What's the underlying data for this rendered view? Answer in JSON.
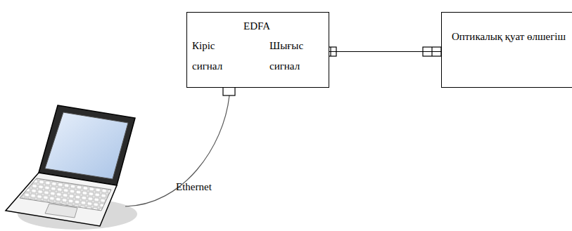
{
  "diagram": {
    "nodes": [
      {
        "text": [
          "EDFA",
          "Кіріс сигнал",
          "Шығыс сигнал"
        ]
      },
      {
        "text": [
          "Оптикалық қуат өлшегіш"
        ]
      }
    ],
    "edges": [
      {
        "from": 0,
        "to": 1,
        "arrow": "none"
      }
    ],
    "labels": [
      "Ethernet"
    ]
  }
}
